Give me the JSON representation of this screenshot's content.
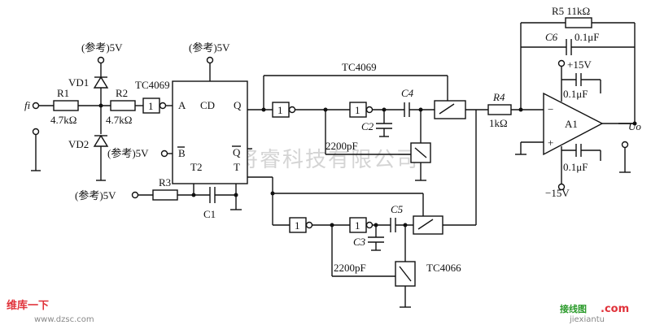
{
  "diagram": {
    "fi": "fi",
    "R1": "R1",
    "R1_val": "4.7kΩ",
    "R2": "R2",
    "R2_val": "4.7kΩ",
    "VD1": "VD1",
    "VD2": "VD2",
    "ref5v": "(参考)5V",
    "tc4069": "TC4069",
    "tc4066": "TC4066",
    "gate": "1",
    "pin_A": "A",
    "pin_B": "B",
    "pin_CD": "CD",
    "pin_Q": "Q",
    "pin_Qbar": "Q",
    "pin_T1": "T",
    "pin_T2": "T2",
    "R3": "R3",
    "C1": "C1",
    "C2": "C2",
    "C2_val": "2200pF",
    "C3": "C3",
    "C3_val": "2200pF",
    "C4": "C4",
    "C5": "C5",
    "R4": "R4",
    "R4_val": "1kΩ",
    "R5": "R5 11kΩ",
    "C6": "C6",
    "C6_val": "0.1μF",
    "cap_top": "0.1μF",
    "cap_bot": "0.1μF",
    "vplus": "+15V",
    "vminus": "−15V",
    "A1": "A1",
    "minus": "−",
    "plus": "+",
    "Uo": "Uo",
    "watermark": "杭州将睿科技有限公司",
    "logo_left": "维库一下",
    "url_left": "www.dzsc.com",
    "logo_right": "接线图",
    "logo_right_com": ".com",
    "url_right": "jiexiantu"
  }
}
